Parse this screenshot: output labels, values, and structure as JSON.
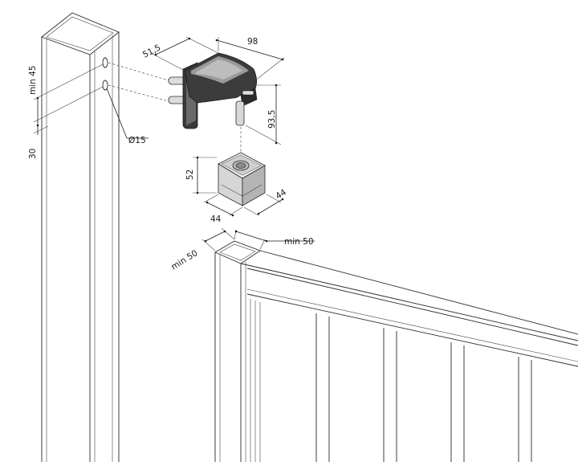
{
  "dimensions": {
    "bracket_depth": "51,5",
    "bracket_width": "98",
    "bracket_height": "93,5",
    "hole_diameter": "Ø15",
    "hole_spacing_min": "min 45",
    "hole_offset": "30",
    "base_height": "52",
    "base_width": "44",
    "base_depth": "44",
    "rail_width_min": "min 50",
    "rail_depth_min": "min 50"
  },
  "colors": {
    "line": "#2a2a2a",
    "bracket_body": "#3a3a3a",
    "bracket_highlight": "#9a9a9a",
    "base_body": "#c8c8c8"
  }
}
